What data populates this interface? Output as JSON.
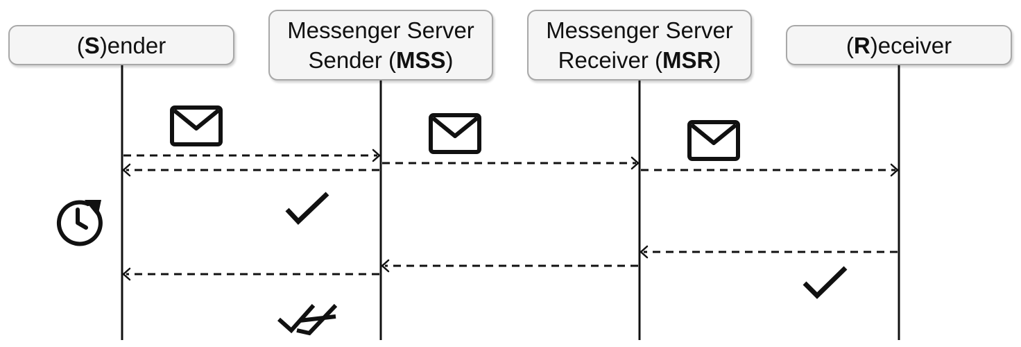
{
  "participants": {
    "sender": {
      "prefix": "(",
      "bold": "S",
      "suffix": ")ender"
    },
    "mss": {
      "line1": "Messenger Server",
      "line2_prefix": "Sender (",
      "line2_bold": "MSS",
      "line2_suffix": ")"
    },
    "msr": {
      "line1": "Messenger Server",
      "line2_prefix": "Receiver (",
      "line2_bold": "MSR",
      "line2_suffix": ")"
    },
    "receiver": {
      "prefix": "(",
      "bold": "R",
      "suffix": ")eceiver"
    }
  },
  "messages": [
    {
      "from": "sender",
      "to": "mss",
      "style": "dashed",
      "icon": "envelope-icon"
    },
    {
      "from": "mss",
      "to": "sender",
      "style": "dashed",
      "icon": "single-check-icon"
    },
    {
      "from": "mss",
      "to": "msr",
      "style": "dashed",
      "icon": "envelope-icon"
    },
    {
      "from": "msr",
      "to": "receiver",
      "style": "dashed",
      "icon": "envelope-icon"
    },
    {
      "from": "receiver",
      "to": "msr",
      "style": "dashed",
      "icon": "single-check-icon"
    },
    {
      "from": "msr",
      "to": "mss",
      "style": "dashed",
      "icon": null
    },
    {
      "from": "mss",
      "to": "sender",
      "style": "dashed",
      "icon": "double-check-icon"
    }
  ],
  "icons": {
    "sender_side": "clock-refresh-icon"
  },
  "colors": {
    "line": "#111111",
    "box_border": "#a8a8a8",
    "box_fill": "#f5f5f5"
  }
}
